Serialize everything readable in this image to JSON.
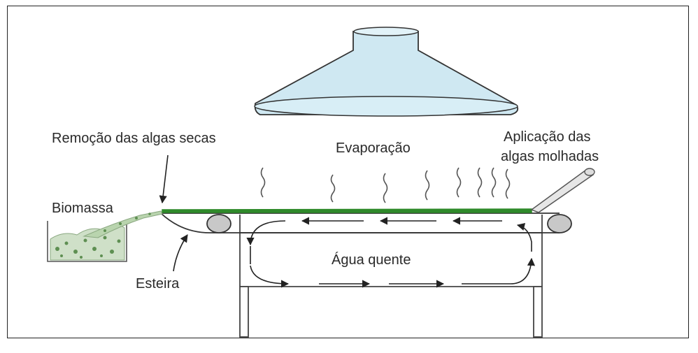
{
  "labels": {
    "removal": "Remoção das algas secas",
    "evaporation": "Evaporação",
    "application_line1": "Aplicação das",
    "application_line2": "algas molhadas",
    "biomass": "Biomassa",
    "belt": "Esteira",
    "hot_water": "Água quente"
  },
  "colors": {
    "algae": "#2f8a2a",
    "hood": "#cfe8f2",
    "roller": "#c8c8c8",
    "line": "#333333"
  },
  "icons": [
    "heat-lamp-hood-icon",
    "roller-icon",
    "steam-icon",
    "arrow-icon"
  ]
}
